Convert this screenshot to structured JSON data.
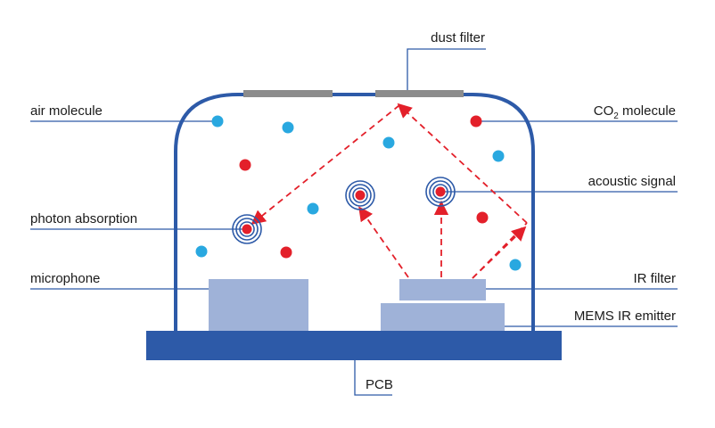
{
  "labels": {
    "dust_filter": "dust filter",
    "air_molecule": "air molecule",
    "co2_prefix": "CO",
    "co2_sub": "2",
    "co2_suffix": " molecule",
    "acoustic_signal": "acoustic signal",
    "photon_absorption": "photon absorption",
    "microphone": "microphone",
    "ir_filter": "IR filter",
    "mems_ir_emitter": "MEMS IR emitter",
    "pcb": "PCB"
  },
  "colors": {
    "housing": "#2d5aa8",
    "pcb": "#2d5aa8",
    "component": "#9fb2d8",
    "dust_filter": "#8c8c8c",
    "air_molecule": "#29a8e0",
    "co2_molecule": "#e3202a",
    "ir_path": "#e3202a",
    "leader_line": "#2d5aa8",
    "ring": "#2d5aa8"
  },
  "icons": {
    "air_molecule": "light-blue-dot",
    "co2_molecule": "red-dot",
    "acoustic_signal": "concentric-rings-icon"
  }
}
